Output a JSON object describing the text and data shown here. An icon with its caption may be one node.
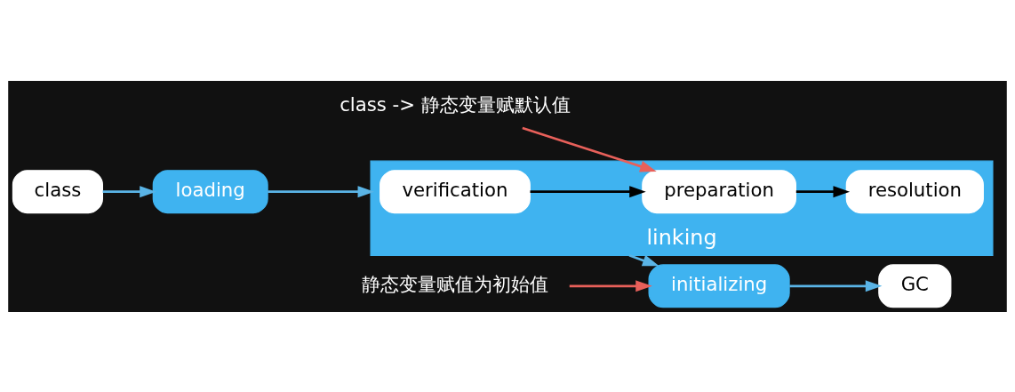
{
  "diagram": {
    "nodes": [
      {
        "text": [
          "loading"
        ]
      },
      {
        "text": [
          "linking"
        ]
      },
      {
        "text": [
          "verification"
        ],
        "in": 1
      },
      {
        "text": [
          "preparation"
        ],
        "in": 1
      },
      {
        "text": [
          "resolution"
        ],
        "in": 1
      },
      {
        "text": [
          "initializing"
        ]
      },
      {
        "text": [
          "class"
        ]
      },
      {
        "text": [
          "GC"
        ]
      },
      {
        "text": [
          "class -> 静态变量赋默认值"
        ]
      },
      {
        "text": [
          "静态变量赋值为初始值"
        ]
      }
    ],
    "edges": [
      {
        "from": 6,
        "to": 0,
        "arrow": "to"
      },
      {
        "from": 0,
        "to": 1,
        "arrow": "to"
      },
      {
        "from": 2,
        "to": 3,
        "arrow": "to",
        "color": "#000000"
      },
      {
        "from": 3,
        "to": 4,
        "arrow": "to",
        "color": "#000000"
      },
      {
        "from": 1,
        "to": 5,
        "arrow": "to"
      },
      {
        "from": 5,
        "to": 7,
        "arrow": "to"
      },
      {
        "from": 8,
        "to": 3,
        "arrow": "to",
        "color": "#e8605a"
      },
      {
        "from": 9,
        "to": 5,
        "arrow": "to",
        "color": "#e8605a"
      }
    ]
  }
}
